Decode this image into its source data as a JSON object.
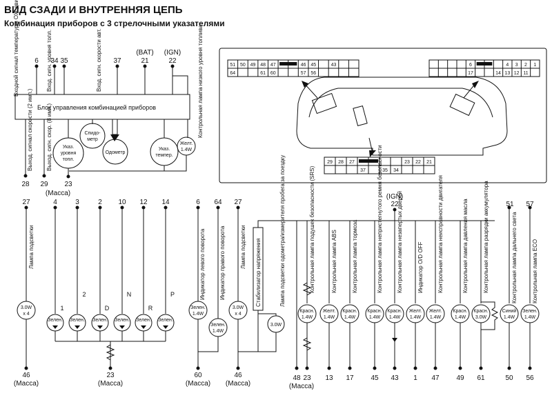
{
  "header": {
    "title": "ВИД СЗАДИ И ВНУТРЕННЯЯ ЦЕПЬ",
    "subtitle": "Комбинация приборов с 3 стрелочными указателями"
  },
  "top": {
    "control_unit": "Блок управления комбинацией приборов",
    "bat": "(BAT)",
    "ign": "(IGN)",
    "pins_top": [
      "6",
      "34",
      "35",
      "37",
      "21",
      "22"
    ],
    "pins_bottom": [
      "28",
      "29",
      "23"
    ],
    "mass": "(Масса)",
    "inputs": [
      "Входной сигнал температуры ОЖ двигателя",
      "Вход. сигн. уровня топл.",
      "Вход. сигн. скорости авт."
    ],
    "outputs": [
      "Выход. сигнал скорости (2 имп.)",
      "Выход. сигн. скор. (8 имп.)"
    ],
    "gauges": {
      "fuel_1": "Указ.",
      "fuel_2": "уровня",
      "fuel_3": "топл.",
      "speedo_1": "Спидо-",
      "speedo_2": "метр",
      "odometer": "Одометр",
      "temp_1": "Указ.",
      "temp_2": "темпер."
    },
    "fuel_lamp_label": "Контрольная лампа низкого уровня топлива",
    "fuel_lamp_color": "Желт.",
    "fuel_lamp_power": "1.4W"
  },
  "connector": {
    "left_row1": [
      "51",
      "50",
      "49",
      "48",
      "47",
      "",
      "",
      "46",
      "45",
      "",
      "43",
      "",
      ""
    ],
    "left_row2": [
      "64",
      "",
      "",
      "61",
      "60",
      "",
      "",
      "57",
      "56",
      "",
      "",
      "",
      ""
    ],
    "right_row1": [
      "",
      "",
      "",
      "",
      "6",
      "",
      "",
      "",
      "4",
      "3",
      "2",
      "1"
    ],
    "right_row2": [
      "",
      "",
      "",
      "",
      "17",
      "",
      "",
      "14",
      "13",
      "12",
      "11",
      ""
    ],
    "bottom_row1": [
      "29",
      "28",
      "27",
      "",
      "",
      "",
      "",
      "23",
      "22",
      "21"
    ],
    "bottom_row2": [
      "",
      "",
      "",
      "37",
      "",
      "35",
      "34",
      "",
      "",
      ""
    ]
  },
  "bottom": {
    "lamp_power_3w": "3.0W",
    "x4": "x 4",
    "lamp_power_14w": "1.4W",
    "ign": "(IGN)",
    "pin_ign": "22",
    "backlight_label": "Лампа подсветки",
    "backlight_pin_top": "27",
    "backlight_pin_bottom": "46",
    "mass": "(Масса)",
    "at_pins_top": [
      "4",
      "3",
      "2",
      "10",
      "12",
      "14"
    ],
    "at_letters": [
      "1",
      "2",
      "D",
      "N",
      "R",
      "P"
    ],
    "green": "Зелен.",
    "at_pin_bottom": "23",
    "left_turn_label": "Индикатор левого поворота",
    "right_turn_label": "Индикатор правого поворота",
    "turn_pins_top": [
      "6",
      "64"
    ],
    "turn_pin_bottom": "60",
    "backlight2_pin_top": "27",
    "backlight2_pin_bottom": "46",
    "stabilizer": "Стабилизатор напряжения",
    "odo_backlight_label": "Лампа подсветки одометра/измерителя пробега за поездку",
    "srs_label": "Контрольная лампа подушек безопасности (SRS)",
    "abs_label": "Контрольная лампа ABS",
    "brake_label": "Контрольная лампа тормоза",
    "belt_label": "Контрольная лампа непристегнутого ремня безопасности",
    "door_label": "Контрольная лампа незапертых дверей",
    "od_label": "Индикатор O/D OFF",
    "engine_label": "Контрольная лампа неисправности двигателя",
    "oil_label": "Контрольная лампа давления масла",
    "charge_label": "Контрольная лампа разрядки аккумулятора",
    "high_beam_label": "Контрольная лампа дальнего света",
    "eco_label": "Контрольная лампа ECO",
    "red": "Красн.",
    "yellow": "Желт.",
    "blue": "Синий",
    "right_pins_top": [
      "51",
      "57"
    ],
    "right_pins_bottom": [
      "48",
      "23",
      "13",
      "17",
      "45",
      "43",
      "1",
      "47",
      "49",
      "61",
      "50",
      "56"
    ]
  }
}
